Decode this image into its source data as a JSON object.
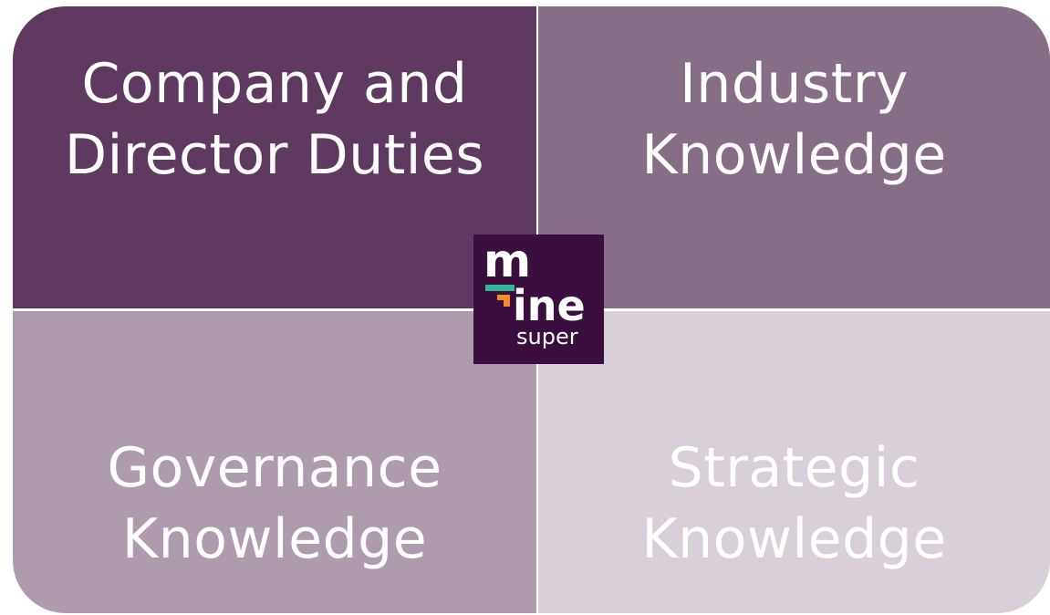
{
  "quadrants": {
    "top_left": {
      "label": "Company and\nDirector Duties",
      "color": "#5e3a60"
    },
    "top_right": {
      "label": "Industry\nKnowledge",
      "color": "#876e87"
    },
    "bottom_left": {
      "label": "Governance\nKnowledge",
      "color": "#ae9bae"
    },
    "bottom_right": {
      "label": "Strategic\nKnowledge",
      "color": "#d8cfd8"
    }
  },
  "logo": {
    "line1": "m",
    "line2": "ine",
    "line3": "super",
    "background": "#3a0f3e",
    "accent_green": "#36b59a",
    "accent_orange": "#f28b22"
  }
}
